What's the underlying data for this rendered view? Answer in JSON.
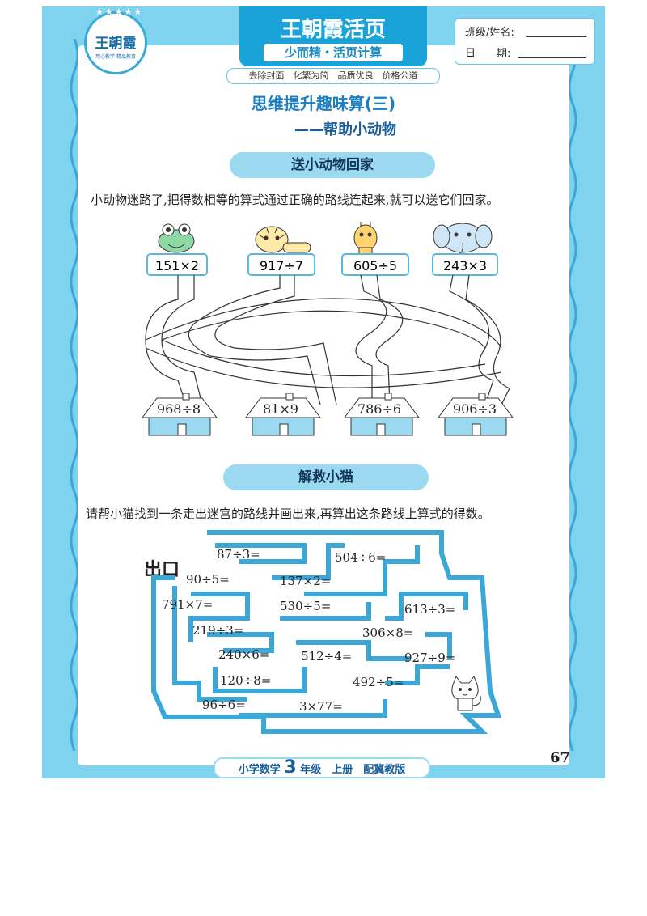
{
  "header": {
    "logo_text": "王朝霞",
    "logo_motto": "用心教学 精品教育",
    "logo_stars": "★★★★★",
    "brand_title": "王朝霞活页",
    "brand_subtitle": "少而精・活页计算",
    "class_name_label": "班级/姓名:",
    "date_label": "日　　期:",
    "slogan": "去除封面　化繁为简　品质优良　价格公道"
  },
  "page_title": "思维提升趣味算(三)",
  "page_subtitle": "——帮助小动物",
  "section1": {
    "heading": "送小动物回家",
    "instruction": "小动物迷路了,把得数相等的算式通过正确的路线连起来,就可以送它们回家。",
    "animals": [
      {
        "icon": "frog-icon",
        "expr": "151×2"
      },
      {
        "icon": "tiger-icon",
        "expr": "917÷7"
      },
      {
        "icon": "giraffe-icon",
        "expr": "605÷5"
      },
      {
        "icon": "elephant-icon",
        "expr": "243×3"
      }
    ],
    "houses": [
      "968÷8",
      "81×9",
      "786÷6",
      "906÷3"
    ]
  },
  "section2": {
    "heading": "解救小猫",
    "instruction": "请帮小猫找到一条走出迷宫的路线并画出来,再算出这条路线上算式的得数。",
    "exit_label": "出口",
    "maze_items": [
      "87÷3=",
      "504÷6=",
      "90÷5=",
      "137×2=",
      "791×7=",
      "530÷5=",
      "613÷3=",
      "219÷3=",
      "306×8=",
      "240×6=",
      "512÷4=",
      "927÷9=",
      "120÷8=",
      "492÷5=",
      "96÷6=",
      "3×77="
    ]
  },
  "footer": {
    "subject": "小学数学",
    "grade_num": "3",
    "grade_text": "年级　上册　配冀教版",
    "page_number": "67"
  },
  "colors": {
    "frame": "#7fd3ee",
    "accent": "#1aa3d8",
    "title": "#1a7fc4",
    "pill": "#9ad9f0"
  }
}
